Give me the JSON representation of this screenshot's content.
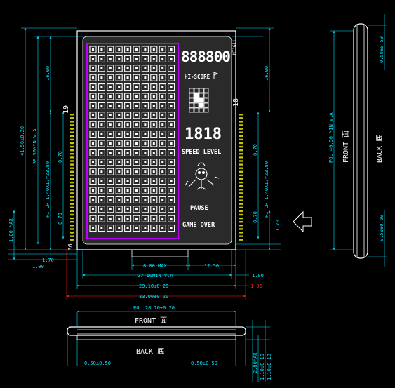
{
  "colors": {
    "background": "#000000",
    "dimension": "#00e5ff",
    "outline": "#ffffff",
    "matrix_border": "#c000ff",
    "pin_marks": "#c8c800",
    "red_dimension": "#ff2222"
  },
  "lcd": {
    "score_digits": "888800",
    "hi_score": "HI-SCORE",
    "level_digits": "1818",
    "speed_level": "SPEED LEVEL",
    "pause": "PAUSE",
    "game_over": "GAME OVER",
    "part_code": "NT1611",
    "pin_left": "19",
    "pin_right": "18",
    "pin_bottom": "36"
  },
  "dims_horizontal": {
    "d_8_00_max": "8.00 MAX",
    "d_12_50": "12.50",
    "d_27_10": "27.10MIN V.A",
    "d_1_00": "1.00",
    "d_29_10": "29.10±0.20",
    "d_1_95": "1.95",
    "d_33_00": "33.00±0.20",
    "d_pol": "POL 28.10±0.20"
  },
  "dims_vertical": {
    "d_41_50": "41.50±0.20",
    "d_39_50": "39.50MIN V.A",
    "d_16_00_left": "16.00",
    "d_16_00_right": "16.00",
    "d_pitch_left": "PITCH 1.40X17=23.80",
    "d_pitch_right": "PITCH 1.40X17=23.80",
    "d_0_70_a": "0.70",
    "d_0_70_b": "0.70",
    "d_0_70_c": "0.70",
    "d_0_70_d": "0.70",
    "d_1_00_max": "1.00 MAX",
    "d_1_00": "1.00",
    "d_1_70_left": "1.70",
    "d_1_70_right": "1.70"
  },
  "side_view": {
    "pol": "POL 40.50 MIN V.A",
    "front": "FRONT 面",
    "back": "BACK 底",
    "d_top": "0.50±0.50",
    "d_bottom": "0.50±0.50"
  },
  "bottom_view": {
    "front": "FRONT 面",
    "back": "BACK 底",
    "d_left": "0.50±0.50",
    "d_right": "0.50±0.50",
    "d_2_80": "2.80MAX",
    "d_1_10a": "1.10±0.10",
    "d_1_10b": "1.10±0.10"
  }
}
